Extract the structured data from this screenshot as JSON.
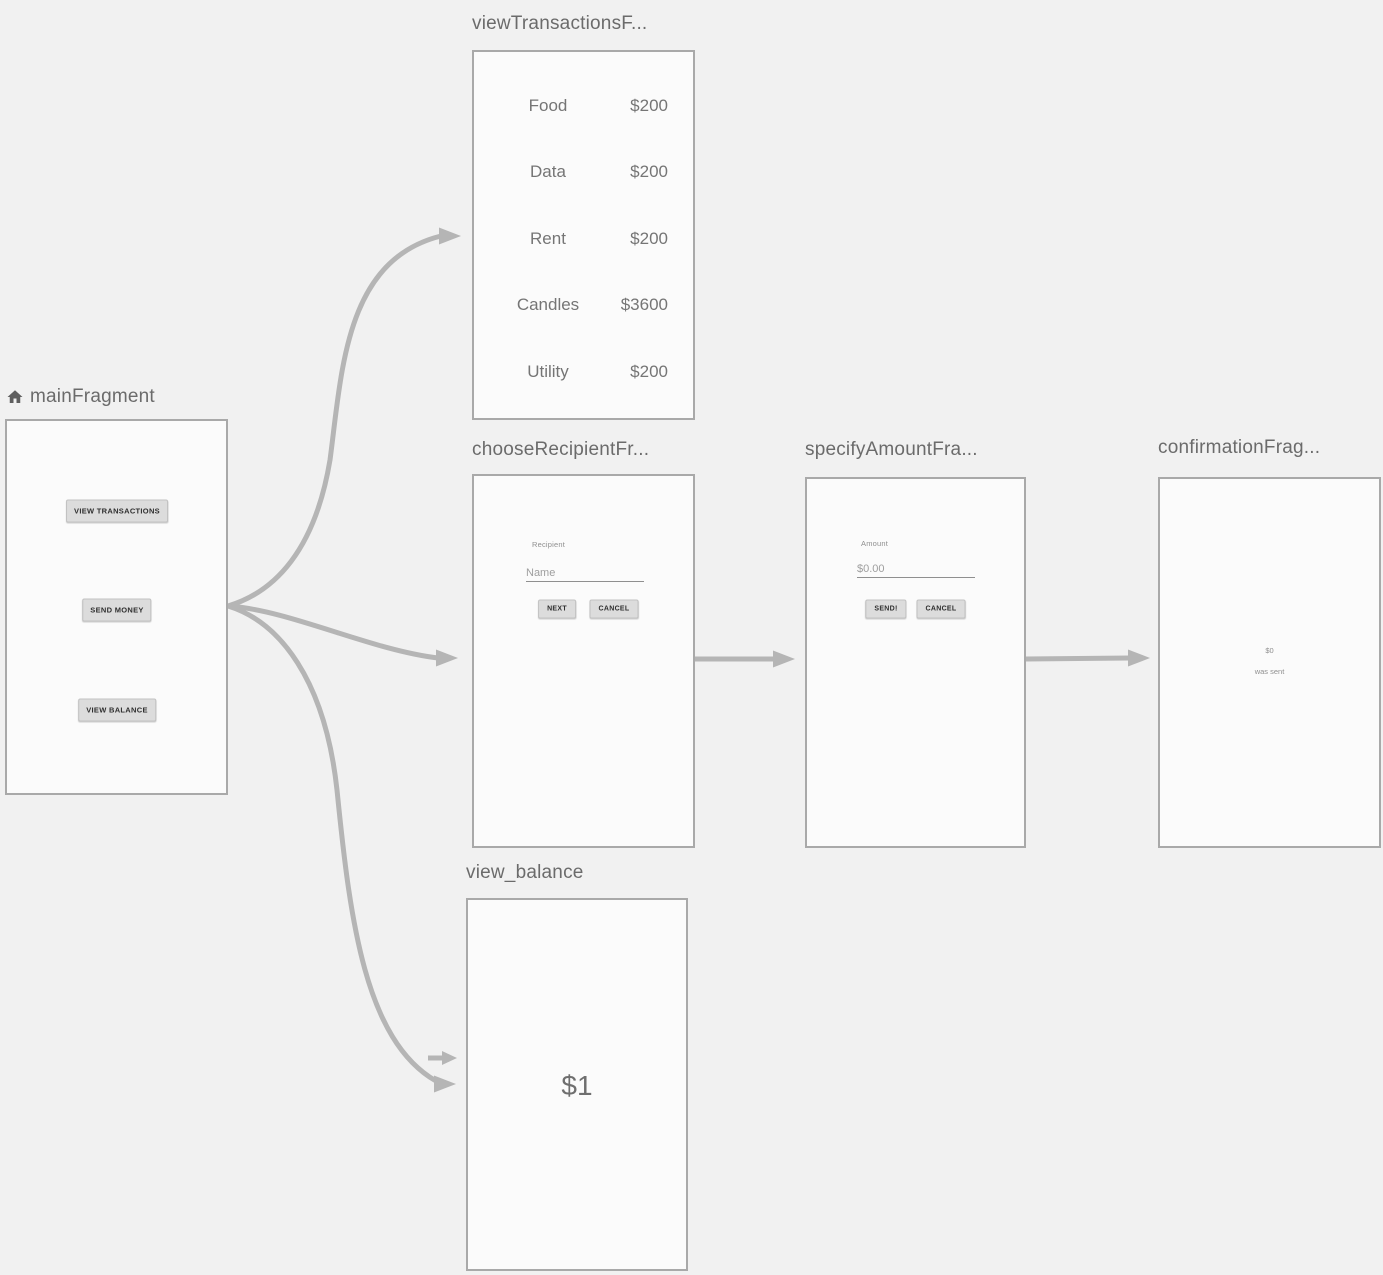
{
  "editor": {
    "canvas_background": "#f1f1f1",
    "colors": {
      "card_background": "#fbfbfb",
      "card_border": "#a9a9a9",
      "arrow": "#b5b5b5",
      "title_text": "#6b6b6b",
      "preview_text": "#757575",
      "preview_button_background": "#dcdcdc"
    },
    "start_destination": "mainFragment"
  },
  "fragments": {
    "main": {
      "title": "mainFragment",
      "buttons": [
        "VIEW TRANSACTIONS",
        "SEND MONEY",
        "VIEW BALANCE"
      ]
    },
    "view_transactions": {
      "title": "viewTransactionsF...",
      "rows": [
        {
          "label": "Food",
          "amount": "$200"
        },
        {
          "label": "Data",
          "amount": "$200"
        },
        {
          "label": "Rent",
          "amount": "$200"
        },
        {
          "label": "Candles",
          "amount": "$3600"
        },
        {
          "label": "Utility",
          "amount": "$200"
        }
      ]
    },
    "choose_recipient": {
      "title": "chooseRecipientFr...",
      "field_label": "Recipient",
      "input_placeholder": "Name",
      "next_label": "NEXT",
      "cancel_label": "CANCEL"
    },
    "specify_amount": {
      "title": "specifyAmountFra...",
      "field_label": "Amount",
      "input_value": "$0.00",
      "send_label": "SEND!",
      "cancel_label": "CANCEL"
    },
    "confirmation": {
      "title": "confirmationFrag...",
      "amount": "$0",
      "message": "was sent"
    },
    "view_balance": {
      "title": "view_balance",
      "balance": "$1"
    }
  },
  "actions": [
    {
      "from": "mainFragment",
      "to": "viewTransactionsFragment"
    },
    {
      "from": "mainFragment",
      "to": "chooseRecipientFragment"
    },
    {
      "from": "mainFragment",
      "to": "view_balance"
    },
    {
      "from": "chooseRecipientFragment",
      "to": "specifyAmountFragment"
    },
    {
      "from": "specifyAmountFragment",
      "to": "confirmationFragment"
    },
    {
      "type": "global-action",
      "to": "view_balance"
    }
  ]
}
